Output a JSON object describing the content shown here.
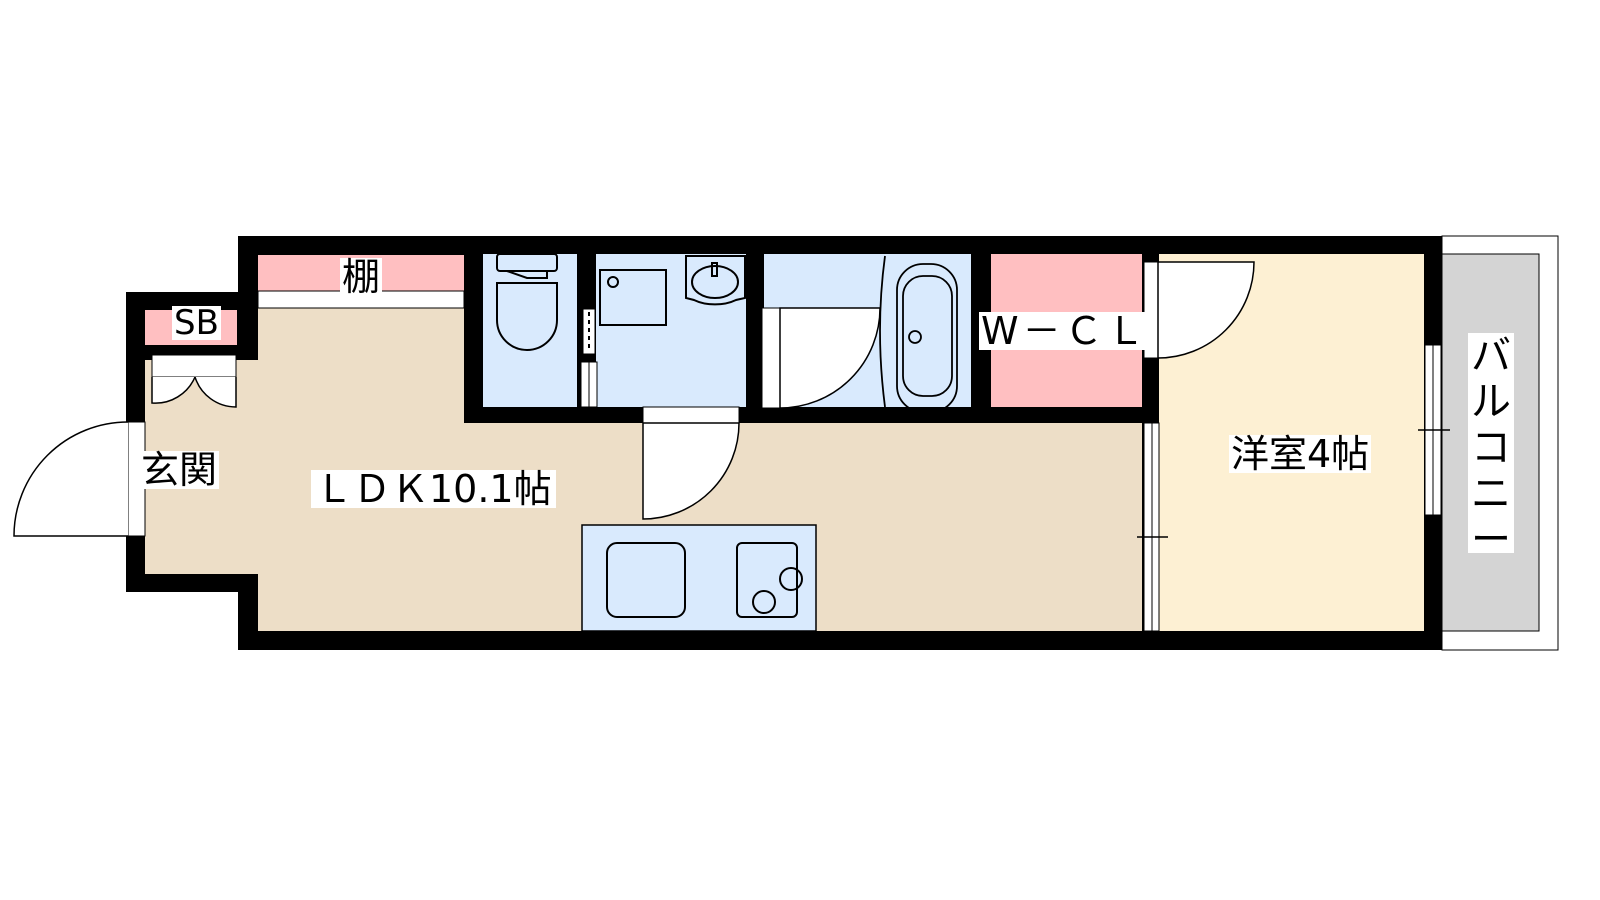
{
  "floor_plan": {
    "colors": {
      "wall": "#000000",
      "ldk_floor": "#eddec7",
      "western_room_floor": "#fdf0d3",
      "wet_area": "#d9eafd",
      "storage": "#ffbfc1",
      "balcony": "#d4d4d4",
      "opening": "#ffffff"
    },
    "rooms": {
      "entrance": {
        "label": "玄関"
      },
      "shoe_box": {
        "label": "SB"
      },
      "shelf": {
        "label": "棚"
      },
      "ldk": {
        "label": "ＬＤＫ10.1帖"
      },
      "walk_in_closet": {
        "label": "W－ＣＬ"
      },
      "western_room": {
        "label": "洋室4帖"
      },
      "balcony": {
        "label_chars": [
          "バ",
          "ル",
          "コ",
          "ニ",
          "ー"
        ]
      }
    },
    "fixtures": [
      "toilet-icon",
      "washing-machine-pan-icon",
      "washbasin-icon",
      "bathtub-icon",
      "kitchen-sink-icon",
      "gas-stove-icon"
    ]
  }
}
